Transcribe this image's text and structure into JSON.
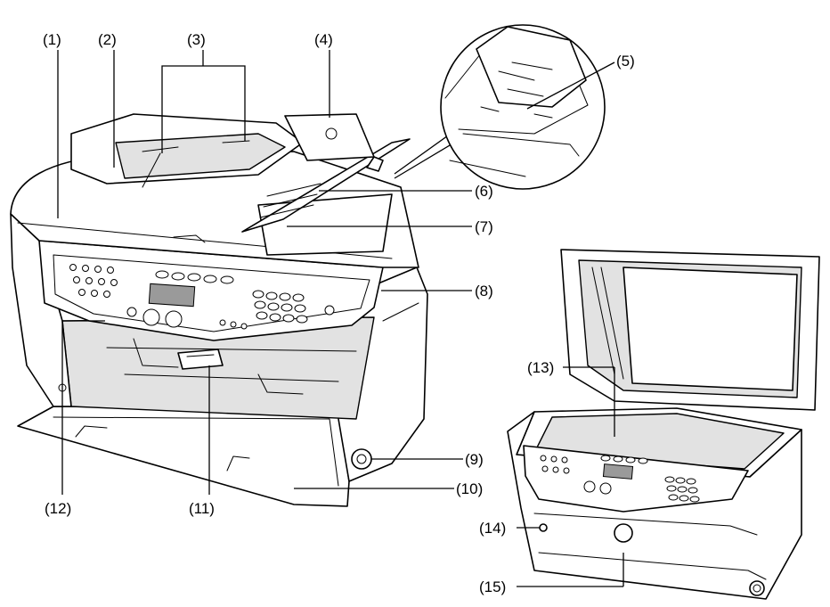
{
  "callouts": {
    "c1": "(1)",
    "c2": "(2)",
    "c3": "(3)",
    "c4": "(4)",
    "c5": "(5)",
    "c6": "(6)",
    "c7": "(7)",
    "c8": "(8)",
    "c9": "(9)",
    "c10": "(10)",
    "c11": "(11)",
    "c12": "(12)",
    "c13": "(13)",
    "c14": "(14)",
    "c15": "(15)"
  },
  "colors": {
    "ink": "#000000",
    "background": "#ffffff",
    "shade": "#e2e2e2"
  }
}
